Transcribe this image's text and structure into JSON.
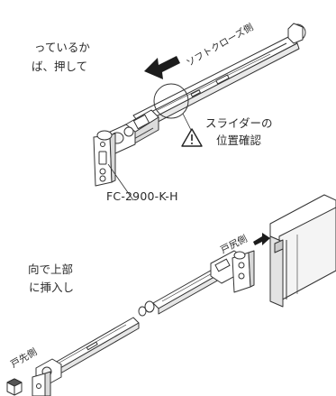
{
  "instruction_fragments": {
    "top_line_1": "っているか",
    "top_line_2": "ば、押して",
    "bottom_line_1": "向で上部",
    "bottom_line_2": "に挿入し"
  },
  "labels": {
    "soft_close_side": "ソフトクローズ側",
    "slider_check_line_1": "スライダーの",
    "slider_check_line_2": "位置確認",
    "model_number": "FC-2900-K-H",
    "door_tail_side": "戸尻側",
    "door_front_side": "戸先側"
  },
  "icons": {
    "warning": "warning-triangle-icon",
    "push_direction": "arrow-left-icon",
    "insert_direction": "arrow-right-icon"
  }
}
